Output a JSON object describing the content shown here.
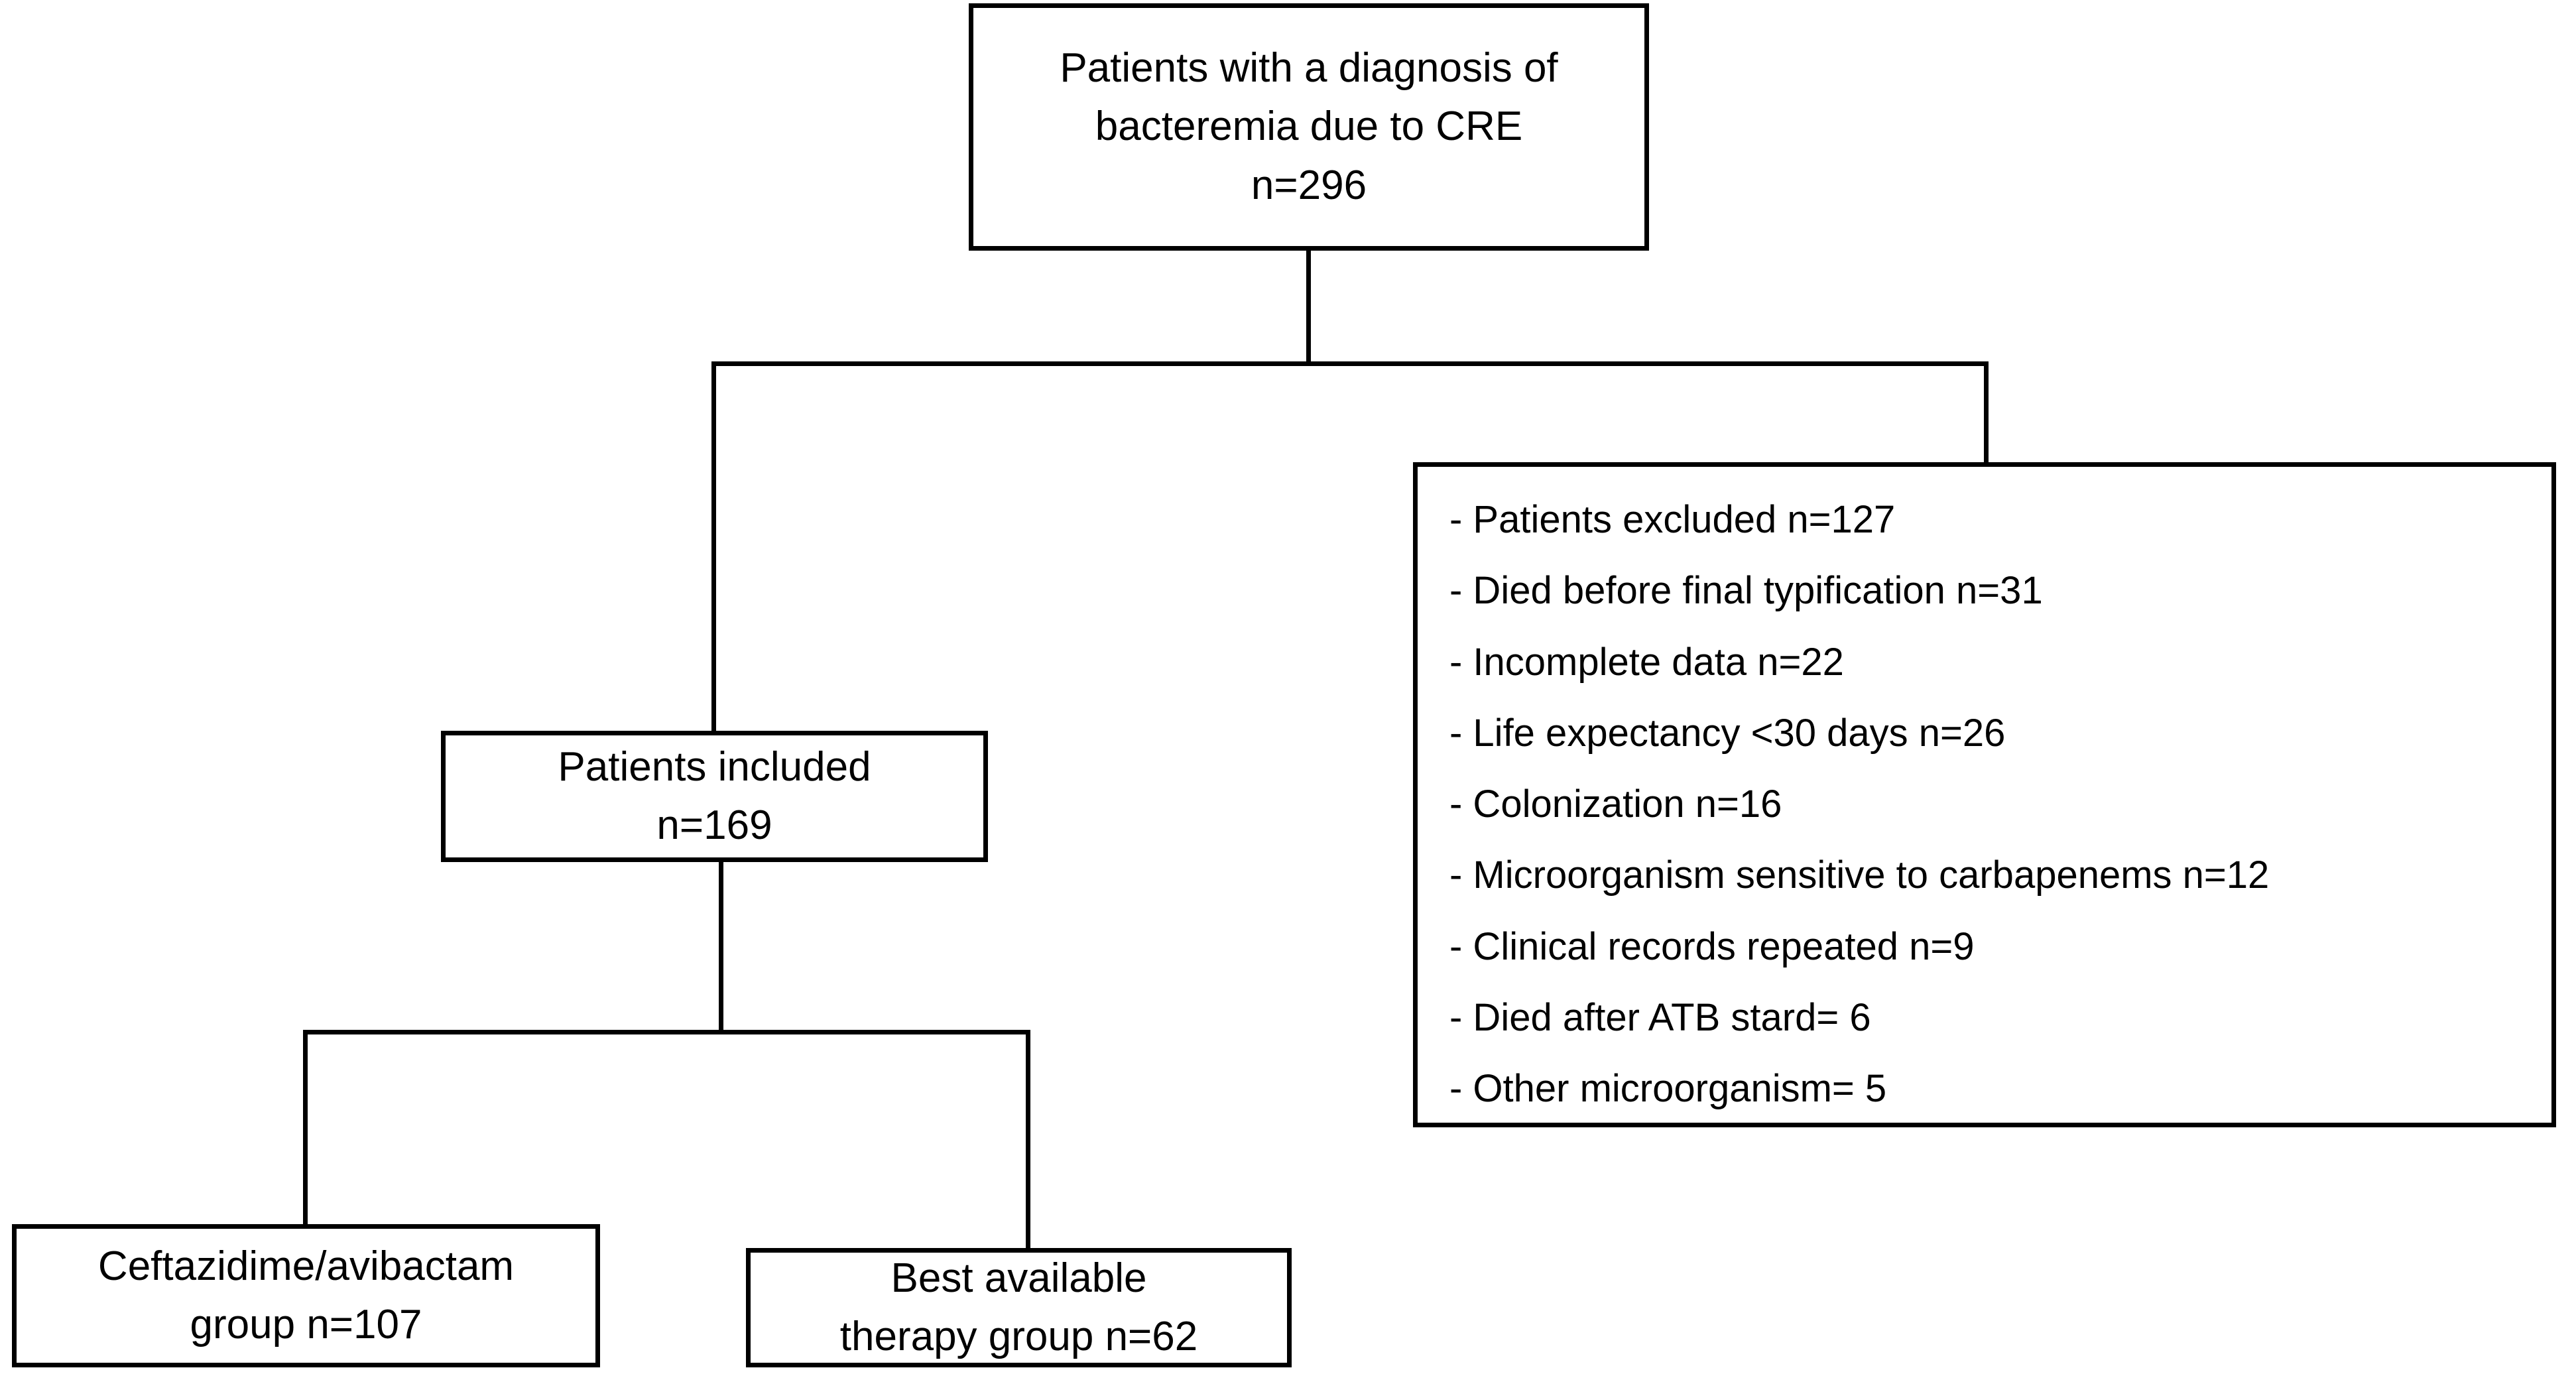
{
  "diagram": {
    "title": "CONSORT-style patient flow diagram",
    "colors": {
      "stroke": "#000000",
      "background": "#ffffff",
      "text": "#000000"
    },
    "nodes": {
      "root": {
        "lines": [
          "Patients with a diagnosis of",
          "bacteremia due to CRE",
          "n=296"
        ],
        "n": 296
      },
      "included": {
        "lines": [
          "Patients included",
          "n=169"
        ],
        "n": 169
      },
      "excluded": {
        "items": [
          "- Patients excluded n=127",
          "- Died before final typification n=31",
          "- Incomplete data n=22",
          "- Life expectancy <30 days n=26",
          "- Colonization n=16",
          "- Microorganism sensitive to carbapenems n=12",
          "- Clinical records repeated n=9",
          "- Died after ATB stard= 6",
          "- Other microorganism= 5"
        ]
      },
      "ceftazidime_group": {
        "lines": [
          "Ceftazidime/avibactam",
          "group n=107"
        ],
        "n": 107
      },
      "best_available_therapy_group": {
        "lines": [
          "Best available",
          "therapy group n=62"
        ],
        "n": 62
      }
    }
  },
  "chart_data": {
    "type": "diagram",
    "title": "Patient flow diagram: bacteremia due to CRE",
    "nodes": [
      {
        "id": "root",
        "label": "Patients with a diagnosis of bacteremia due to CRE",
        "n": 296
      },
      {
        "id": "included",
        "label": "Patients included",
        "n": 169
      },
      {
        "id": "excluded",
        "label": "Patients excluded",
        "n": 127
      },
      {
        "id": "ceftazidime_group",
        "label": "Ceftazidime/avibactam group",
        "n": 107
      },
      {
        "id": "bat_group",
        "label": "Best available therapy group",
        "n": 62
      }
    ],
    "edges": [
      {
        "from": "root",
        "to": "included"
      },
      {
        "from": "root",
        "to": "excluded"
      },
      {
        "from": "included",
        "to": "ceftazidime_group"
      },
      {
        "from": "included",
        "to": "bat_group"
      }
    ],
    "exclusion_reasons": [
      {
        "reason": "Patients excluded",
        "n": 127
      },
      {
        "reason": "Died before final typification",
        "n": 31
      },
      {
        "reason": "Incomplete data",
        "n": 22
      },
      {
        "reason": "Life expectancy <30 days",
        "n": 26
      },
      {
        "reason": "Colonization",
        "n": 16
      },
      {
        "reason": "Microorganism sensitive to carbapenems",
        "n": 12
      },
      {
        "reason": "Clinical records repeated",
        "n": 9
      },
      {
        "reason": "Died after ATB stard",
        "n": 6
      },
      {
        "reason": "Other microorganism",
        "n": 5
      }
    ]
  }
}
